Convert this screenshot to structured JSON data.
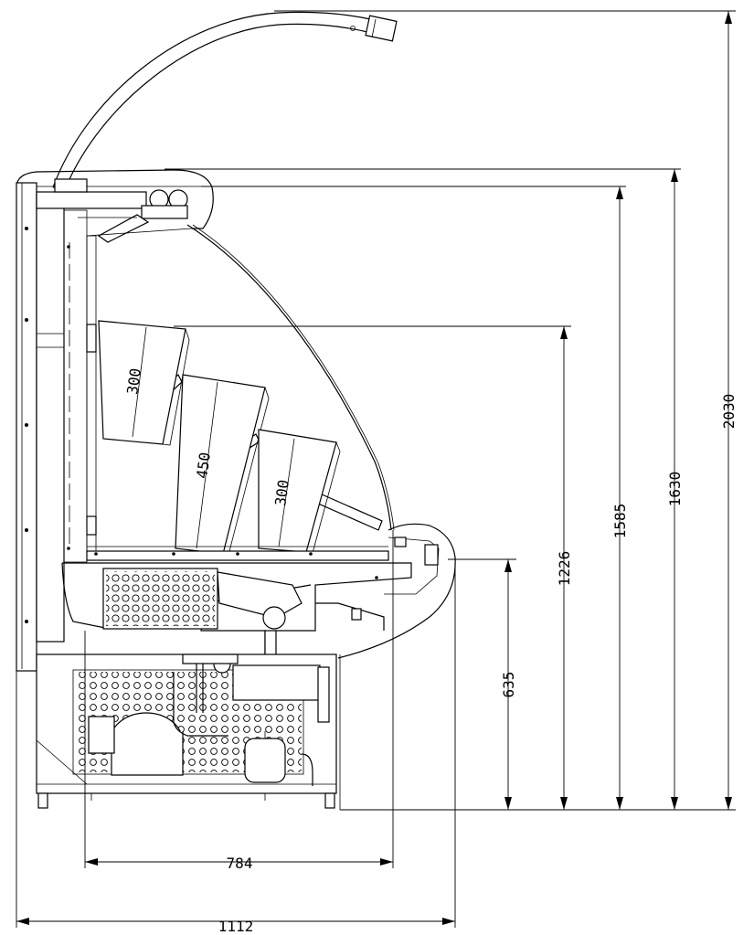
{
  "dimensions": {
    "total_height": "2030",
    "canopy_height": "1630",
    "top_height": "1585",
    "shelf_height": "1226",
    "deck_height": "635",
    "inner_depth": "784",
    "total_depth": "1112"
  },
  "trays": {
    "upper": "300",
    "middle": "450",
    "lower": "300"
  }
}
